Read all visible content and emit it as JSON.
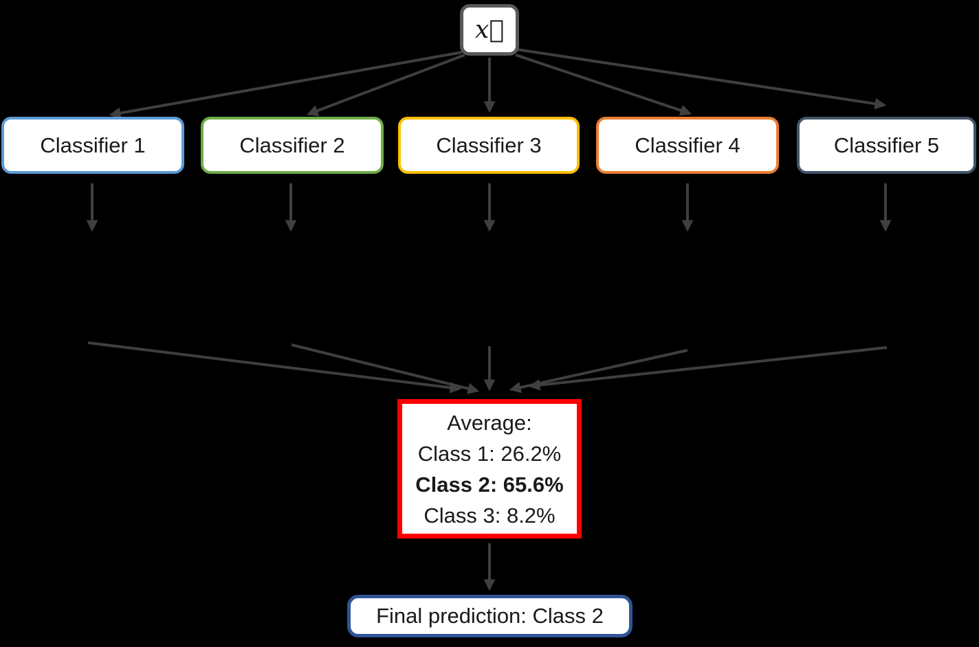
{
  "canvas": {
    "background": "#000000",
    "arrow_color": "#3F3F3F"
  },
  "input_node": {
    "label": "x⃗",
    "border_color": "#595959"
  },
  "classifiers": [
    {
      "label": "Classifier 1",
      "border_color": "#5B9BD5"
    },
    {
      "label": "Classifier 2",
      "border_color": "#70AD47"
    },
    {
      "label": "Classifier 3",
      "border_color": "#FFC000"
    },
    {
      "label": "Classifier 4",
      "border_color": "#ED7D31"
    },
    {
      "label": "Classifier 5",
      "border_color": "#44546A"
    }
  ],
  "average_node": {
    "border_color": "#FF0000",
    "title": "Average:",
    "rows": [
      {
        "label": "Class 1: 26.2%",
        "bold": false
      },
      {
        "label": "Class 2: 65.6%",
        "bold": true
      },
      {
        "label": "Class 3: 8.2%",
        "bold": false
      }
    ]
  },
  "final_node": {
    "label": "Final prediction: Class 2",
    "border_color": "#2F5496"
  }
}
